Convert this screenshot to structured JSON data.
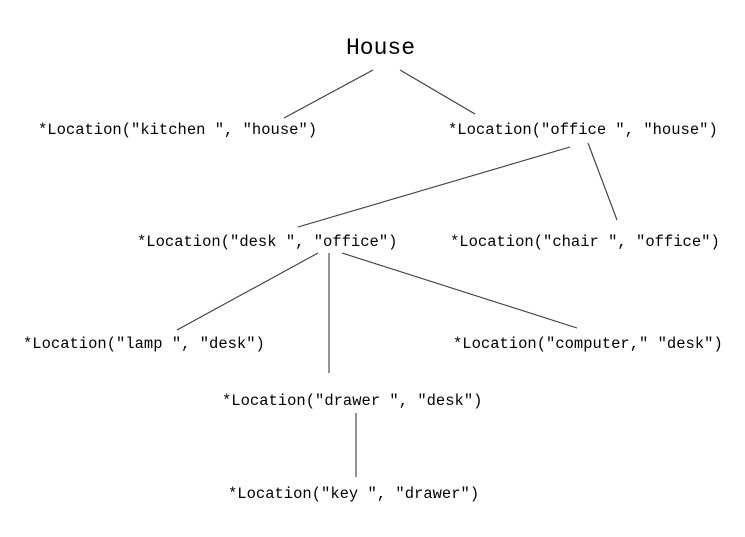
{
  "tree": {
    "root": {
      "id": "house",
      "label": "House"
    },
    "nodes": [
      {
        "id": "kitchen",
        "label": "*Location(\"kitchen \", \"house\")",
        "parent": "house"
      },
      {
        "id": "office",
        "label": "*Location(\"office \", \"house\")",
        "parent": "house"
      },
      {
        "id": "desk",
        "label": "*Location(\"desk \", \"office\")",
        "parent": "office"
      },
      {
        "id": "chair",
        "label": "*Location(\"chair \", \"office\")",
        "parent": "office"
      },
      {
        "id": "lamp",
        "label": "*Location(\"lamp \", \"desk\")",
        "parent": "desk"
      },
      {
        "id": "drawer",
        "label": "*Location(\"drawer \", \"desk\")",
        "parent": "desk"
      },
      {
        "id": "computer",
        "label": "*Location(\"computer,\" \"desk\")",
        "parent": "desk"
      },
      {
        "id": "key",
        "label": "*Location(\"key \", \"drawer\")",
        "parent": "drawer"
      }
    ],
    "edges": [
      {
        "from": "house",
        "to": "kitchen"
      },
      {
        "from": "house",
        "to": "office"
      },
      {
        "from": "office",
        "to": "desk"
      },
      {
        "from": "office",
        "to": "chair"
      },
      {
        "from": "desk",
        "to": "lamp"
      },
      {
        "from": "desk",
        "to": "drawer"
      },
      {
        "from": "desk",
        "to": "computer"
      },
      {
        "from": "drawer",
        "to": "key"
      }
    ]
  },
  "colors": {
    "background": "#ffffff",
    "text": "#000000",
    "edge": "#3c3c3c"
  }
}
